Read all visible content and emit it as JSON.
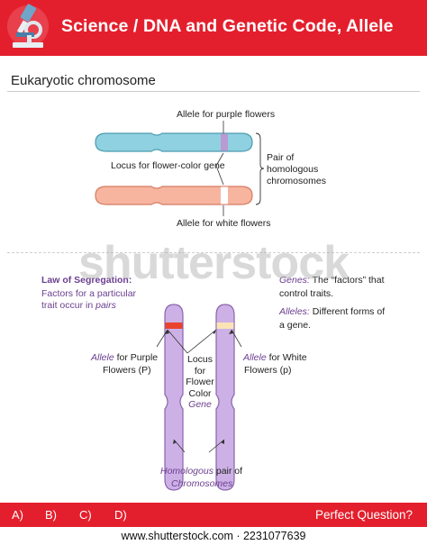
{
  "header": {
    "title": "Science / DNA and Genetic Code, Allele",
    "logo_icon": "microscope-icon",
    "color": "#e41f2d"
  },
  "section": {
    "title": "Eukaryotic chromosome"
  },
  "top_diagram": {
    "allele_purple": "Allele for purple flowers",
    "locus": "Locus for flower-color gene",
    "allele_white": "Allele for white flowers",
    "pair_label_lines": [
      "Pair of",
      "homologous",
      "chromosomes"
    ],
    "chromosome_colors": {
      "blue": "#8fd1e0",
      "salmon": "#f7b5a0",
      "band": "#b99ad2"
    }
  },
  "bottom_diagram": {
    "law_title": "Law of Segregation:",
    "law_line1": "Factors for a particular",
    "law_line2_a": "trait occur in ",
    "law_line2_b": "pairs",
    "genes_term": "Genes:",
    "genes_rest": " The “factors” that",
    "genes_line2": "control traits.",
    "alleles_term": "Alleles:",
    "alleles_rest": " Different forms of",
    "alleles_line2": "a gene.",
    "left_allele_term": "Allele",
    "left_allele_rest": " for Purple",
    "left_allele_line2": "Flowers (P)",
    "right_allele_term": "Allele",
    "right_allele_rest": " for White",
    "right_allele_line2": "Flowers (p)",
    "locus_lines": [
      "Locus",
      "for",
      "Flower",
      "Color"
    ],
    "gene_word": "Gene",
    "homologous_term": "Homologous",
    "homologous_rest": " pair of",
    "chromosomes_word": "Chromosomes",
    "chromosome_color": "#cdb1e6"
  },
  "watermark": "shutterstock",
  "footer": {
    "options": [
      "A)",
      "B)",
      "C)",
      "D)"
    ],
    "question": "Perfect Question?",
    "stock_text": "www.shutterstock.com · 2231077639"
  }
}
